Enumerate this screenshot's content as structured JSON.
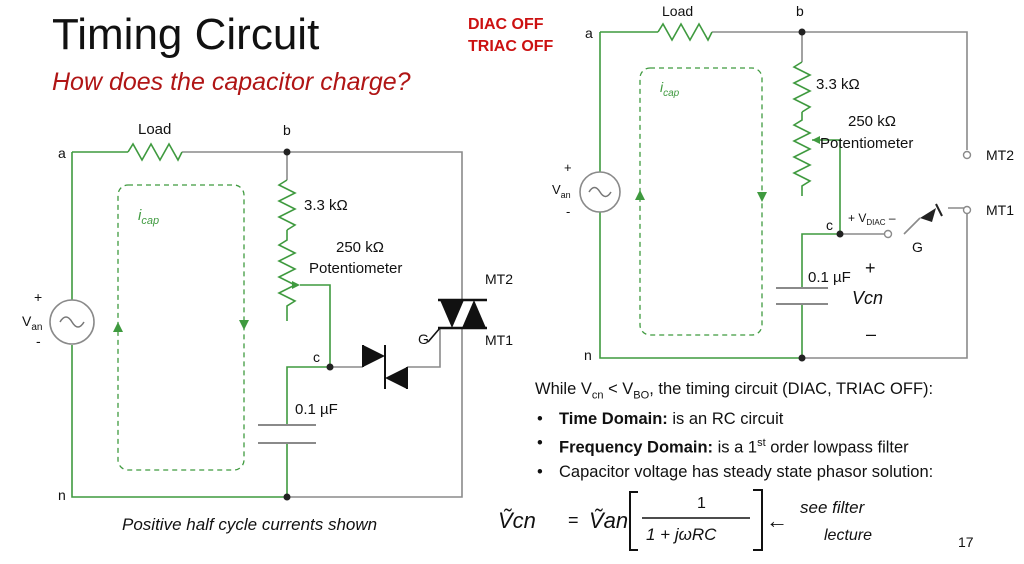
{
  "slide": {
    "title": "Timing Circuit",
    "subtitle": "How does the capacitor charge?",
    "status": {
      "line1": "DIAC OFF",
      "line2": "TRIAC OFF"
    },
    "caption": "Positive half cycle currents shown",
    "page_number": "17"
  },
  "left_circuit": {
    "node_a": "a",
    "node_b": "b",
    "node_c": "c",
    "node_n": "n",
    "load_label": "Load",
    "resistor_label": "3.3 kΩ",
    "pot_value": "250 kΩ",
    "pot_label": "Potentiometer",
    "cap_label": "0.1 µF",
    "icap_label": "i",
    "icap_sub": "cap",
    "source_plus": "+",
    "source_minus": "-",
    "source_label": "V",
    "source_sub": "an",
    "gate_label": "G",
    "mt2_label": "MT2",
    "mt1_label": "MT1"
  },
  "right_circuit": {
    "node_a": "a",
    "node_b": "b",
    "node_c": "c",
    "node_n": "n",
    "load_label": "Load",
    "resistor_label": "3.3 kΩ",
    "pot_value": "250 kΩ",
    "pot_label": "Potentiometer",
    "cap_label": "0.1 µF",
    "icap_label": "i",
    "icap_sub": "cap",
    "source_plus": "+",
    "source_minus": "-",
    "source_label": "V",
    "source_sub": "an",
    "diac_plus": "+",
    "diac_v": "V",
    "diac_sub": "DIAC",
    "diac_minus": "–",
    "gate_label": "G",
    "mt2_label": "MT2",
    "mt1_label": "MT1"
  },
  "handwriting": {
    "cap_plus": "+",
    "vcn": "Vcn",
    "cap_minus": "–",
    "eq_lhs": "Ṽcn",
    "eq_equals": "=",
    "eq_van": "Ṽan",
    "eq_numerator": "1",
    "eq_denominator": "1 + jωRC",
    "arrow": "←",
    "note_line1": "see filter",
    "note_line2": "lecture"
  },
  "notes": {
    "intro_pre": "While V",
    "intro_sub1": "cn",
    "intro_mid": " < V",
    "intro_sub2": "BO",
    "intro_post": ", the timing circuit (DIAC, TRIAC OFF):",
    "bullets": [
      {
        "bold": "Time Domain:",
        "text": " is an RC circuit"
      },
      {
        "bold": "Frequency Domain:",
        "text": " is a 1",
        "sup": "st",
        "text2": " order lowpass filter"
      },
      {
        "bold": "",
        "text": "Capacitor voltage has steady state phasor solution:"
      }
    ]
  },
  "colors": {
    "wire_green": "#3f9a3f",
    "wire_grey": "#8a8a8a",
    "component_dark": "#222222",
    "accent_red": "#cc1111"
  }
}
